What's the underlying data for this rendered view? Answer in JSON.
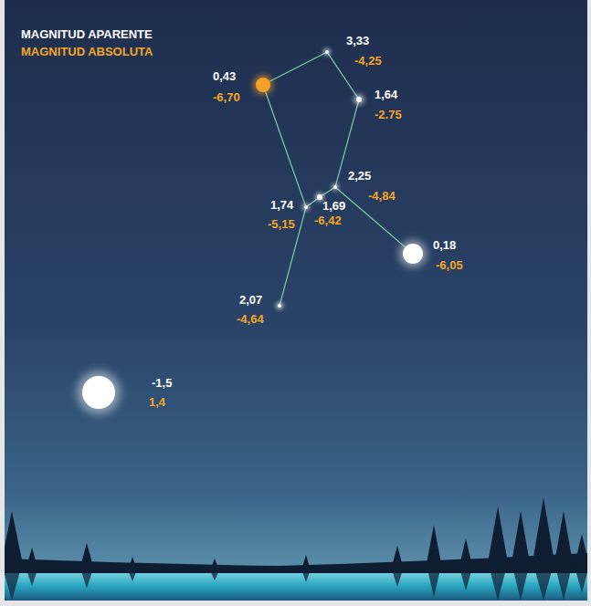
{
  "diagram": {
    "nodes": [
      {
        "text": [
          "3,33",
          "-4,25"
        ]
      },
      {
        "text": [
          "0,43",
          "-6,70"
        ]
      },
      {
        "text": [
          "1,64",
          "-2.75"
        ]
      },
      {
        "text": [
          "2,25",
          "-4,84"
        ]
      },
      {
        "text": [
          "1,69",
          "-6,42"
        ]
      },
      {
        "text": [
          "1,74",
          "-5,15"
        ]
      },
      {
        "text": [
          "0,18",
          "-6,05"
        ]
      },
      {
        "text": [
          "2,07",
          "-4,64"
        ]
      },
      {
        "text": [
          "-1,5",
          "1,4"
        ]
      }
    ],
    "edges": [
      {
        "from": 1,
        "to": 0,
        "arrow": "none"
      },
      {
        "from": 0,
        "to": 2,
        "arrow": "none"
      },
      {
        "from": 1,
        "to": 5,
        "arrow": "none"
      },
      {
        "from": 2,
        "to": 3,
        "arrow": "none"
      },
      {
        "from": 3,
        "to": 4,
        "arrow": "none"
      },
      {
        "from": 4,
        "to": 5,
        "arrow": "none"
      },
      {
        "from": 3,
        "to": 6,
        "arrow": "none"
      },
      {
        "from": 5,
        "to": 7,
        "arrow": "none"
      }
    ],
    "legend": [
      {
        "text": "MAGNITUD APARENTE",
        "color": "#ffffff"
      },
      {
        "text": "MAGNITUD ABSOLUTA",
        "color": "#f5a623"
      }
    ]
  }
}
